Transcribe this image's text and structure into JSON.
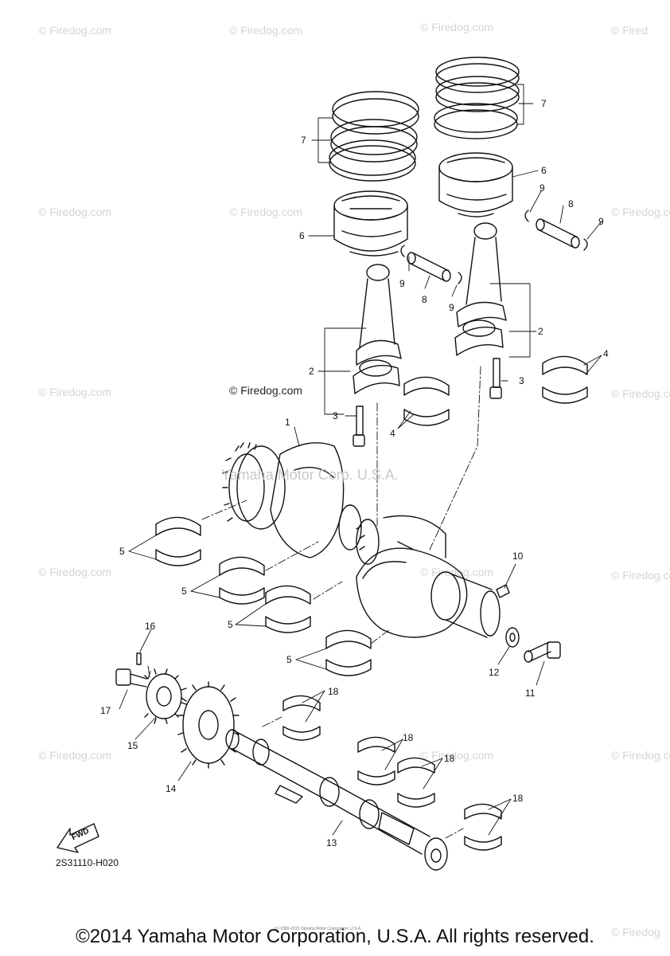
{
  "watermark": "© Firedog.com",
  "watermark_cut": "© Fired",
  "watermark_cut2": "© Firedog",
  "firedog_label": "© Firedog.com",
  "center_watermark": "Yamaha Motor Corp. U.S.A.",
  "diagram_ref": "2S31110-H020",
  "fwd_label": "FWD",
  "tiny_print": "(c) 2000-2015 Yamaha Motor Corporation, U.S.A.",
  "footer": "©2014 Yamaha Motor Corporation, U.S.A. All rights reserved.",
  "callouts": {
    "c1": "1",
    "c2a": "2",
    "c2b": "2",
    "c3a": "3",
    "c3b": "3",
    "c4a": "4",
    "c4b": "4",
    "c5a": "5",
    "c5b": "5",
    "c5c": "5",
    "c5d": "5",
    "c6a": "6",
    "c6b": "6",
    "c7a": "7",
    "c7b": "7",
    "c8a": "8",
    "c8b": "8",
    "c9a": "9",
    "c9b": "9",
    "c9c": "9",
    "c9d": "9",
    "c10": "10",
    "c11": "11",
    "c12": "12",
    "c13": "13",
    "c14": "14",
    "c15": "15",
    "c16": "16",
    "c17": "17",
    "c18a": "18",
    "c18b": "18",
    "c18c": "18",
    "c18d": "18"
  }
}
